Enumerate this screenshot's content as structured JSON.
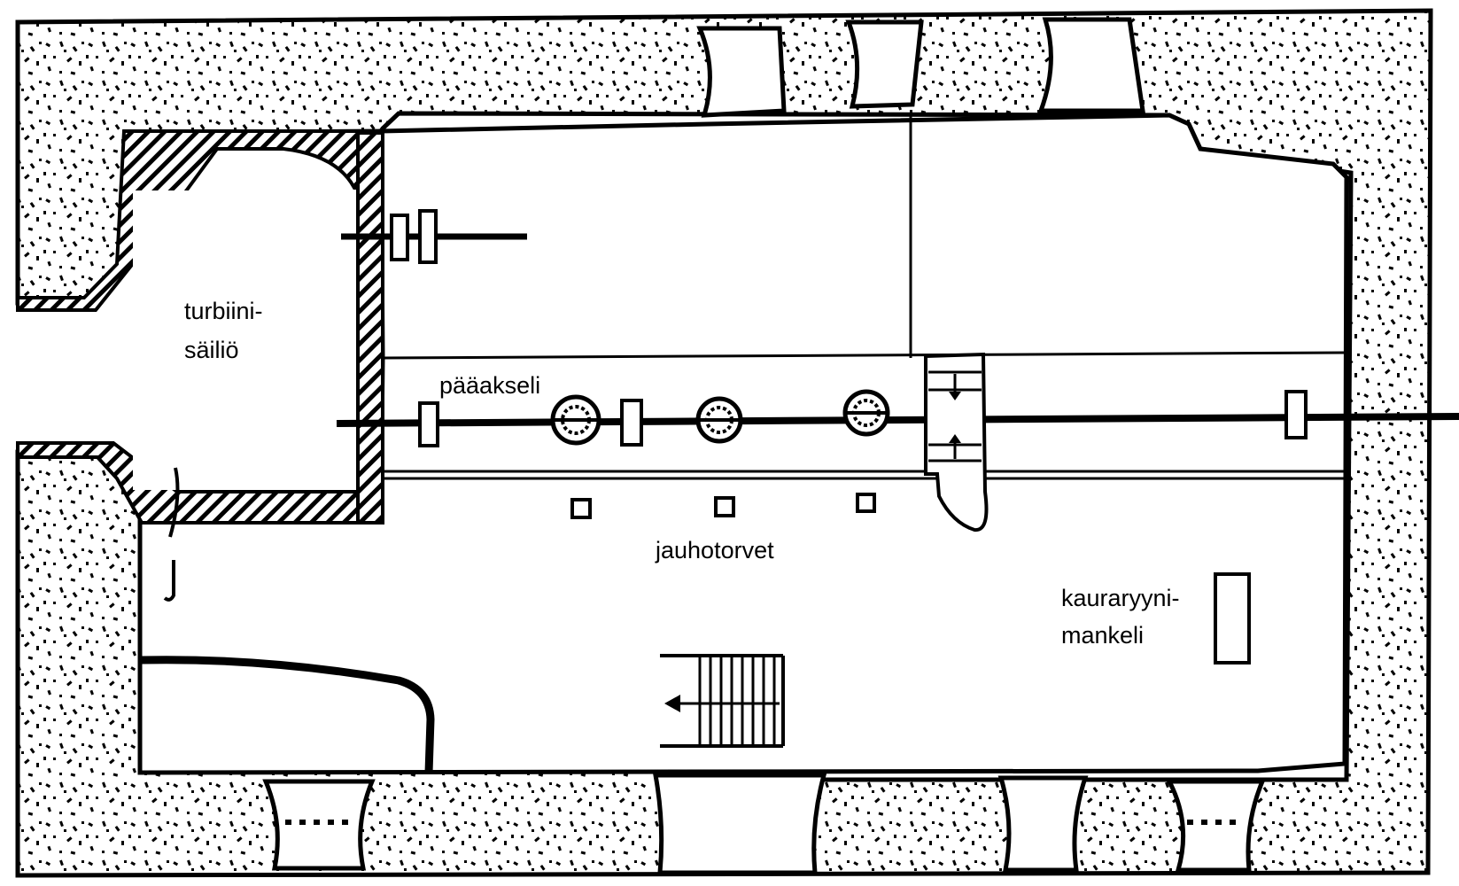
{
  "labels": {
    "turbine_line1": "turbiini-",
    "turbine_line2": "säiliö",
    "main_shaft": "pääakseli",
    "flour_pipes": "jauhotorvet",
    "oat_line1": "kauraryyni-",
    "oat_line2": "mankeli"
  },
  "colors": {
    "ink": "#000000",
    "paper": "#ffffff"
  },
  "icons": {
    "staircase": "staircase-icon",
    "gear": "gear-wheel-icon",
    "arrow": "arrow-icon"
  }
}
